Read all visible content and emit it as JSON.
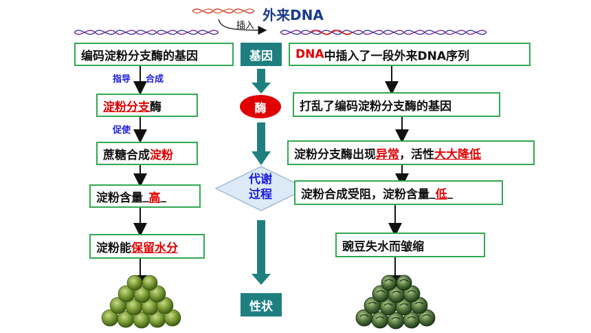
{
  "top": {
    "title": "外来DNA",
    "insert_label": "插入"
  },
  "left": {
    "gene_box": "编码淀粉分支酶的基因",
    "guide_label": "指导",
    "synth_label": "合成",
    "enzyme_box": {
      "highlight": "淀粉分支",
      "rest": "酶"
    },
    "promote_label": "促使",
    "sucrose_box": {
      "prefix": "蔗糖合成",
      "highlight": "淀粉"
    },
    "content_box": {
      "prefix": "淀粉含量",
      "blank_pre": "_",
      "highlight": "高",
      "blank_post": "_"
    },
    "water_box": {
      "prefix": "淀粉能",
      "highlight": "保留水分"
    }
  },
  "middle": {
    "gene": "基因",
    "enzyme": "酶",
    "metabolism_line1": "代谢",
    "metabolism_line2": "过程",
    "trait": "性状"
  },
  "right": {
    "insert_box": {
      "highlight": "DNA",
      "rest": "中插入了一段外来DNA序列"
    },
    "disrupt_box": "打乱了编码淀粉分支酶的基因",
    "abnormal_box": {
      "prefix": "淀粉分支酶出现",
      "highlight1": "异常",
      "middle": "，活性",
      "highlight2": "大大降低"
    },
    "blocked_box": {
      "prefix": "淀粉合成受阻，淀粉含量",
      "blank_pre": "_",
      "highlight": "低",
      "blank_post": "_"
    },
    "wrinkled_box": "豌豆失水而皱缩"
  },
  "colors": {
    "box_border": "#2fa84f",
    "teal": "#1f7f80",
    "red_text": "#e00000",
    "blue_text": "#1a1adf"
  }
}
